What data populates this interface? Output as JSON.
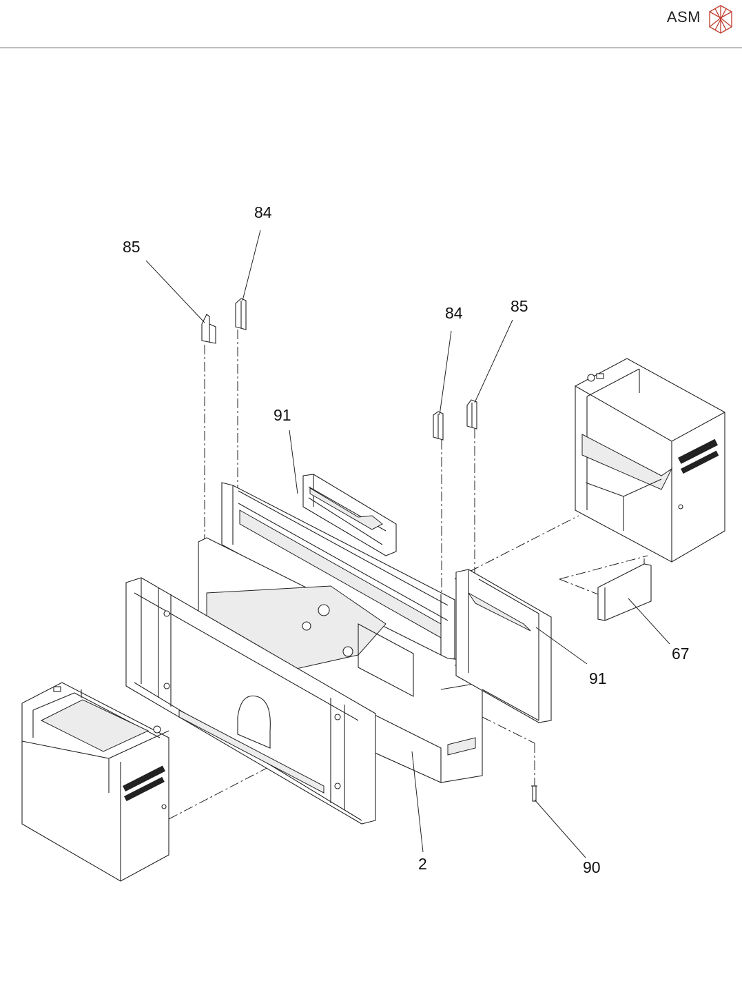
{
  "header": {
    "brand": "ASM",
    "logo_icon": "asm-cube-logo-icon",
    "logo_color": "#c0392b"
  },
  "callouts": {
    "c85_left": "85",
    "c84_left": "84",
    "c84_right": "84",
    "c85_right": "85",
    "c91_top": "91",
    "c91_right": "91",
    "c67": "67",
    "c2": "2",
    "c90": "90"
  }
}
